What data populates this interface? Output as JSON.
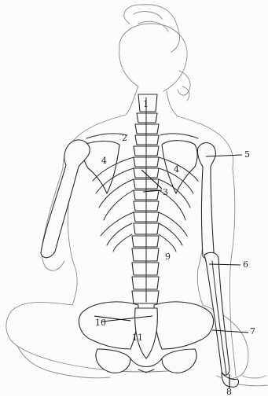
{
  "labels": {
    "l1": "1",
    "l2": "2",
    "l3": "3",
    "l4a": "4",
    "l4b": "4",
    "l5": "5",
    "l6": "6",
    "l7": "7",
    "l8": "8",
    "l9": "9",
    "l10": "10",
    "l11": "11"
  }
}
